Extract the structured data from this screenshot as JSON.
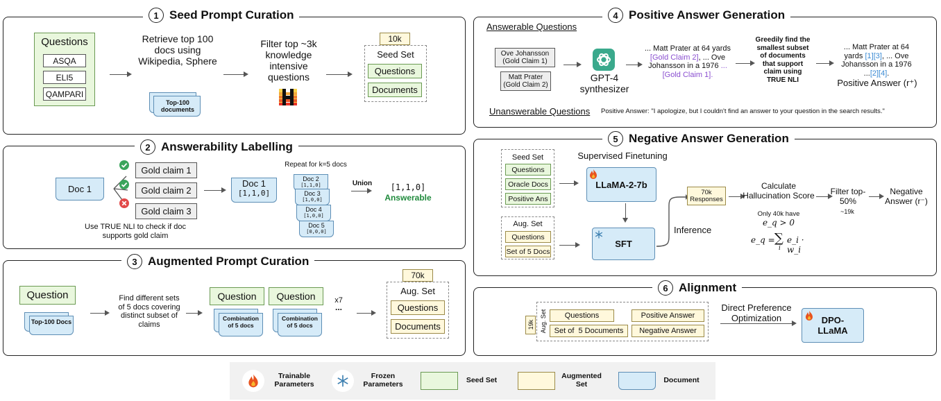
{
  "p1": {
    "num": "1",
    "title": "Seed Prompt Curation",
    "questions_header": "Questions",
    "datasets": [
      "ASQA",
      "ELI5",
      "QAMPARI"
    ],
    "retrieve_text": "Retrieve top 100 docs using Wikipedia, Sphere",
    "doc_label": "Top-100 documents",
    "filter_text": "Filter top ~3k knowledge intensive questions",
    "count_tag": "10k",
    "seedset_label": "Seed Set",
    "seed_questions": "Questions",
    "seed_documents": "Documents"
  },
  "p2": {
    "num": "2",
    "title": "Answerability Labelling",
    "doc1": "Doc 1",
    "claims": [
      "Gold claim 1",
      "Gold claim 2",
      "Gold claim 3"
    ],
    "nli_text": "Use TRUE NLI to check if doc supports gold claim",
    "doc1_label": "Doc 1",
    "doc1_vec": "[1,1,0]",
    "repeat_text": "Repeat for k=5 docs",
    "docs": [
      {
        "label": "Doc 2",
        "vec": "[1,1,0]"
      },
      {
        "label": "Doc 3",
        "vec": "[1,0,0]"
      },
      {
        "label": "Doc 4",
        "vec": "[1,0,0]"
      },
      {
        "label": "Doc 5",
        "vec": "[0,0,0]"
      }
    ],
    "union_label": "Union",
    "union_vec": "[1,1,0]",
    "answerable": "Answerable"
  },
  "p3": {
    "num": "3",
    "title": "Augmented Prompt Curation",
    "question": "Question",
    "doc_label": "Top-100 Docs",
    "find_text": "Find different sets of 5 docs covering distinct subset of claims",
    "question2": "Question",
    "question3": "Question",
    "combo_label": "Combination of 5 docs",
    "combo_label2": "Combination of 5 docs",
    "x7": "x7",
    "ellipsis": "...",
    "count_tag": "70k",
    "augset_label": "Aug. Set",
    "aug_questions": "Questions",
    "aug_documents": "Documents"
  },
  "p4": {
    "num": "4",
    "title": "Positive Answer Generation",
    "answerable_label": "Answerable Questions",
    "claim1": "Ove Johansson (Gold Claim 1)",
    "claim2": "Matt Prater (Gold Claim 2)",
    "model": "GPT-4 synthesizer",
    "gen_a": "... Matt Prater at 64 yards",
    "gen_b": "[Gold Claim 2]",
    "gen_c": ", ... Ove Johansson in a 1976",
    "gen_d": "... [Gold Claim 1].",
    "greedy_text": "Greedily find the smallest subset of documents that support claim using TRUE NLI",
    "out_a": "... Matt Prater at 64 yards",
    "out_b": "[1][3]",
    "out_c": ", ... Ove Johansson in a 1976 ...",
    "out_d": "[2][4]",
    "out_e": ".",
    "pos_label": "Positive Answer (r⁺)",
    "unanswerable_label": "Unanswerable Questions",
    "unanswerable_text": "Positive Answer: \"I apologize, but I couldn't find an answer to your question in the search results.\""
  },
  "p5": {
    "num": "5",
    "title": "Negative Answer Generation",
    "seedset_label": "Seed Set",
    "seed_items": [
      "Questions",
      "Oracle Docs",
      "Positive Ans"
    ],
    "sft_title": "Supervised Finetuning",
    "llama": "LLaMA-2-7b",
    "augset_label": "Aug. Set",
    "aug_items": [
      "Questions",
      "Set of 5 Docs"
    ],
    "sft": "SFT",
    "inference": "Inference",
    "responses": "70k Responses",
    "calc_text": "Calculate Hallucination Score",
    "only_text": "Only 40k have",
    "cond_formula": "e_q > 0",
    "formula_lhs": "e_q =",
    "formula_sum": "∑",
    "formula_sub": "i",
    "formula_rhs": "e_i · w_i",
    "filter_text": "Filter top-50%",
    "filter_sub": "~19k",
    "neg_label": "Negative Answer (r⁻)"
  },
  "p6": {
    "num": "6",
    "title": "Alignment",
    "count_tag": "19k",
    "augset_label": "Aug. Set",
    "cells": [
      "Questions",
      "Positive Answer",
      "Set of  5 Documents",
      "Negative Answer"
    ],
    "dpo_text": "Direct Preference Optimization",
    "dpo_model": "DPO-LLaMA"
  },
  "legend": {
    "trainable": "Trainable Parameters",
    "frozen": "Frozen Parameters",
    "seed": "Seed Set",
    "augmented": "Augmented Set",
    "document": "Document"
  },
  "colors": {
    "seed_green": "#e9f7dd",
    "aug_yellow": "#fff8dc",
    "doc_blue": "#d6ebf8",
    "answerable_green": "#1f8a3c",
    "claim_purple": "#8a4fd0",
    "cite_blue": "#3a8ad4"
  },
  "icons": [
    "check-icon",
    "cross-icon",
    "fire-icon",
    "snowflake-icon",
    "openai-logo-icon",
    "mistral-logo-icon"
  ]
}
